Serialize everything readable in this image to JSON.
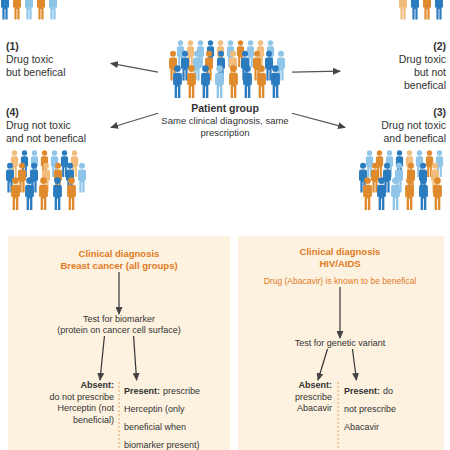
{
  "diagram": {
    "nodes": [
      {
        "text": [
          "Patient group",
          "Same clinical diagnosis, same prescription"
        ]
      },
      {
        "text": [
          "(1)",
          "Drug toxic but benefical"
        ]
      },
      {
        "text": [
          "(2)",
          "Drug toxic but not benefical"
        ]
      },
      {
        "text": [
          "(4)",
          "Drug not toxic and not benefical"
        ]
      },
      {
        "text": [
          "(3)",
          "Drug not toxic and benefical"
        ]
      },
      {
        "text": [
          "Clinical diagnosis",
          "Breast cancer (all groups)"
        ]
      },
      {
        "text": [
          "Test for biomarker",
          "(protein on cancer cell surface)"
        ]
      },
      {
        "text": [
          "Absent:",
          "do not prescribe Herceptin (not beneficial)"
        ]
      },
      {
        "text": [
          "Present:",
          "prescribe Herceptin (only beneficial when biomarker present)"
        ]
      },
      {
        "text": [
          "Clinical diagnosis",
          "HIV/AIDS",
          "Drug (Abacavir) is known to be benefical"
        ]
      },
      {
        "text": [
          "Test for genetic variant"
        ]
      },
      {
        "text": [
          "Absent:",
          "prescribe Abacavir"
        ]
      },
      {
        "text": [
          "Present:",
          "do not prescribe Abacavir"
        ]
      }
    ],
    "edges": [
      {
        "from": 0,
        "to": 1,
        "arrow": "to"
      },
      {
        "from": 0,
        "to": 2,
        "arrow": "to"
      },
      {
        "from": 0,
        "to": 3,
        "arrow": "to"
      },
      {
        "from": 0,
        "to": 4,
        "arrow": "to"
      },
      {
        "from": 5,
        "to": 6,
        "arrow": "to"
      },
      {
        "from": 6,
        "to": 7,
        "arrow": "to"
      },
      {
        "from": 6,
        "to": 8,
        "arrow": "to"
      },
      {
        "from": 9,
        "to": 10,
        "arrow": "to"
      },
      {
        "from": 10,
        "to": 11,
        "arrow": "to"
      },
      {
        "from": 10,
        "to": 12,
        "arrow": "to"
      }
    ]
  }
}
